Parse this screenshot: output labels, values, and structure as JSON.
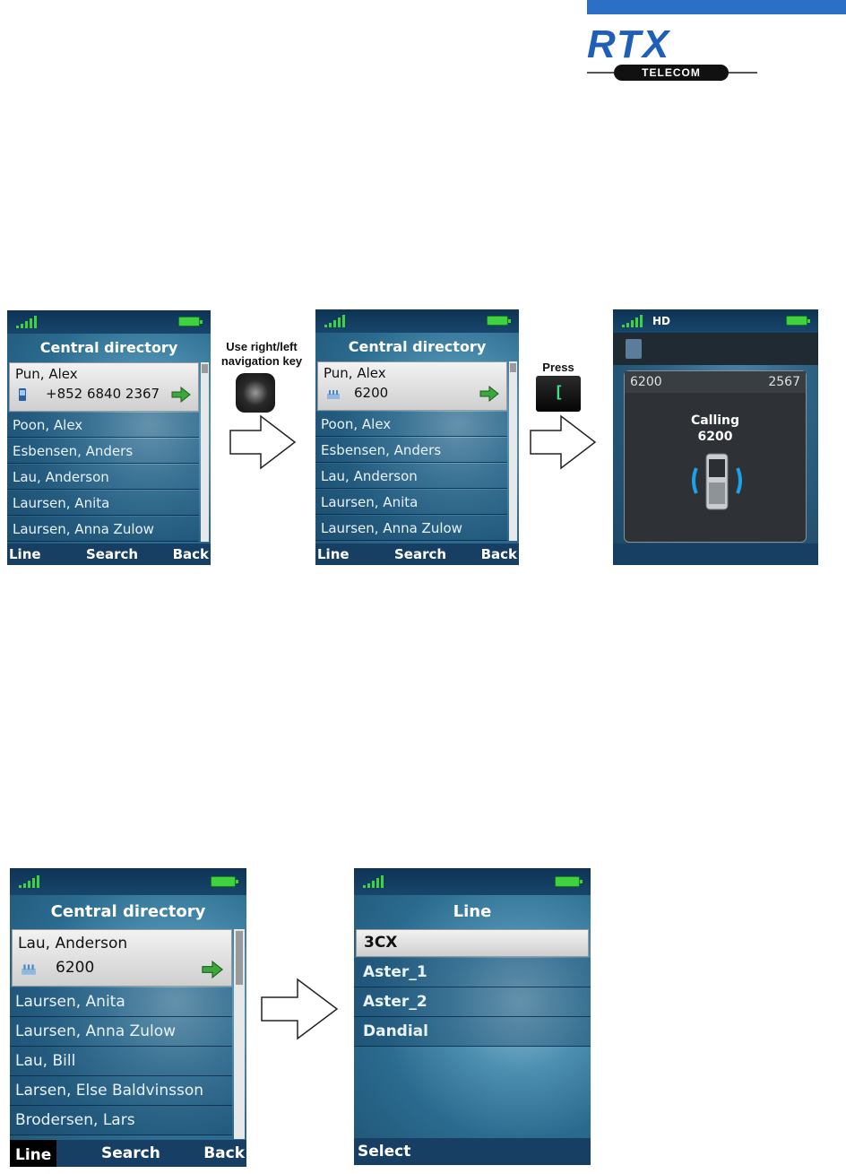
{
  "logo": {
    "brand": "RTX",
    "tagline": "TELECOM"
  },
  "annotations": {
    "nav_hint": "Use right/left navigation key",
    "press_hint": "Press"
  },
  "screen1": {
    "title": "Central directory",
    "selected": {
      "name": "Pun, Alex",
      "number": "+852 6840 2367"
    },
    "items": [
      "Poon, Alex",
      "Esbensen, Anders",
      "Lau, Anderson",
      "Laursen, Anita",
      "Laursen, Anna Zulow"
    ],
    "softkeys": {
      "left": "Line",
      "center": "Search",
      "right": "Back"
    }
  },
  "screen2": {
    "title": "Central directory",
    "selected": {
      "name": "Pun, Alex",
      "number": "6200"
    },
    "items": [
      "Poon, Alex",
      "Esbensen, Anders",
      "Lau, Anderson",
      "Laursen, Anita",
      "Laursen, Anna Zulow"
    ],
    "softkeys": {
      "left": "Line",
      "center": "Search",
      "right": "Back"
    }
  },
  "screen3": {
    "hd": "HD",
    "line_left": "6200",
    "line_right": "2567",
    "status": "Calling",
    "status_number": "6200"
  },
  "screen4": {
    "title": "Central directory",
    "selected": {
      "name": "Lau, Anderson",
      "number": "6200"
    },
    "items": [
      "Laursen, Anita",
      "Laursen, Anna Zulow",
      "Lau, Bill",
      "Larsen, Else Baldvinsson",
      "Brodersen, Lars"
    ],
    "softkeys": {
      "left": "Line",
      "center": "Search",
      "right": "Back"
    }
  },
  "screen5": {
    "title": "Line",
    "selected": "3CX",
    "items": [
      "Aster_1",
      "Aster_2",
      "Dandial"
    ],
    "softkeys": {
      "left": "Select"
    }
  },
  "colors": {
    "signal": "#3fd13f",
    "battery": "#3fd13f",
    "softkey_bar": "#173f63",
    "logo_blue": "#1f5fb8"
  }
}
